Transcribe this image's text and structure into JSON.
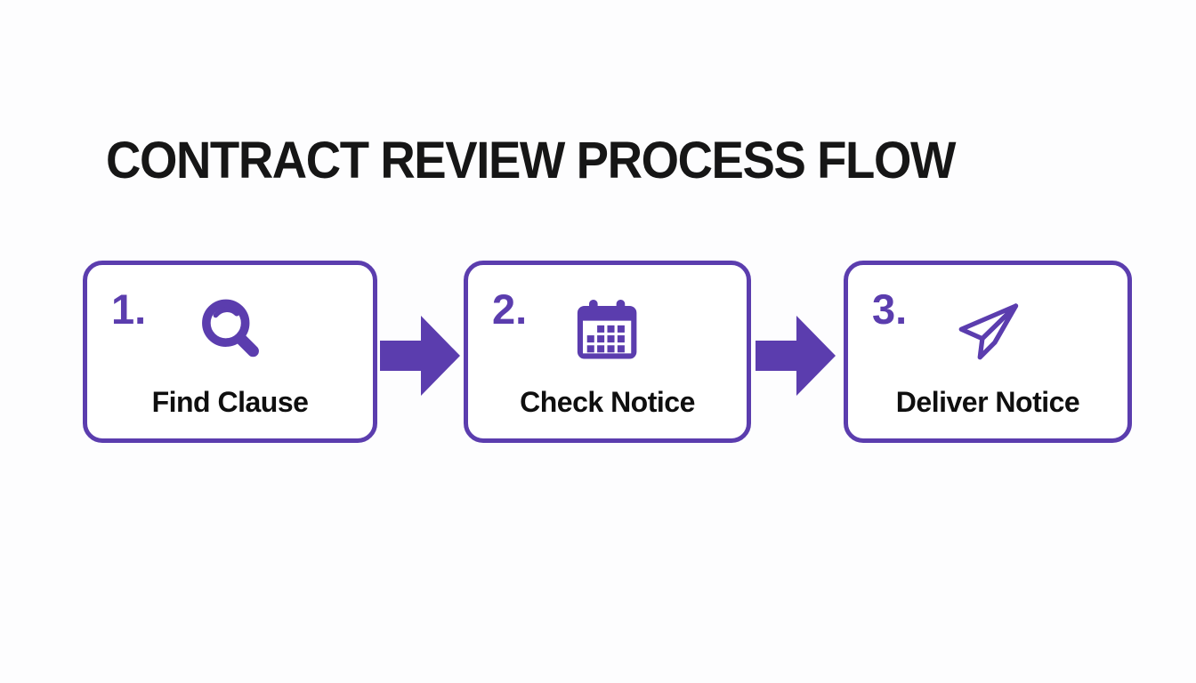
{
  "title": "CONTRACT REVIEW PROCESS FLOW",
  "colors": {
    "accent": "#5b3dae",
    "card_background": "#ffffff",
    "title_text": "#161616",
    "label_text": "#0f0f0f",
    "page_background": "#fdfdfe"
  },
  "steps": [
    {
      "number": "1.",
      "label": "Find Clause",
      "icon": "magnifier-icon"
    },
    {
      "number": "2.",
      "label": "Check Notice",
      "icon": "calendar-icon"
    },
    {
      "number": "3.",
      "label": "Deliver Notice",
      "icon": "paper-plane-icon"
    }
  ],
  "connectors": [
    {
      "type": "block-arrow",
      "direction": "right"
    },
    {
      "type": "block-arrow",
      "direction": "right"
    }
  ]
}
